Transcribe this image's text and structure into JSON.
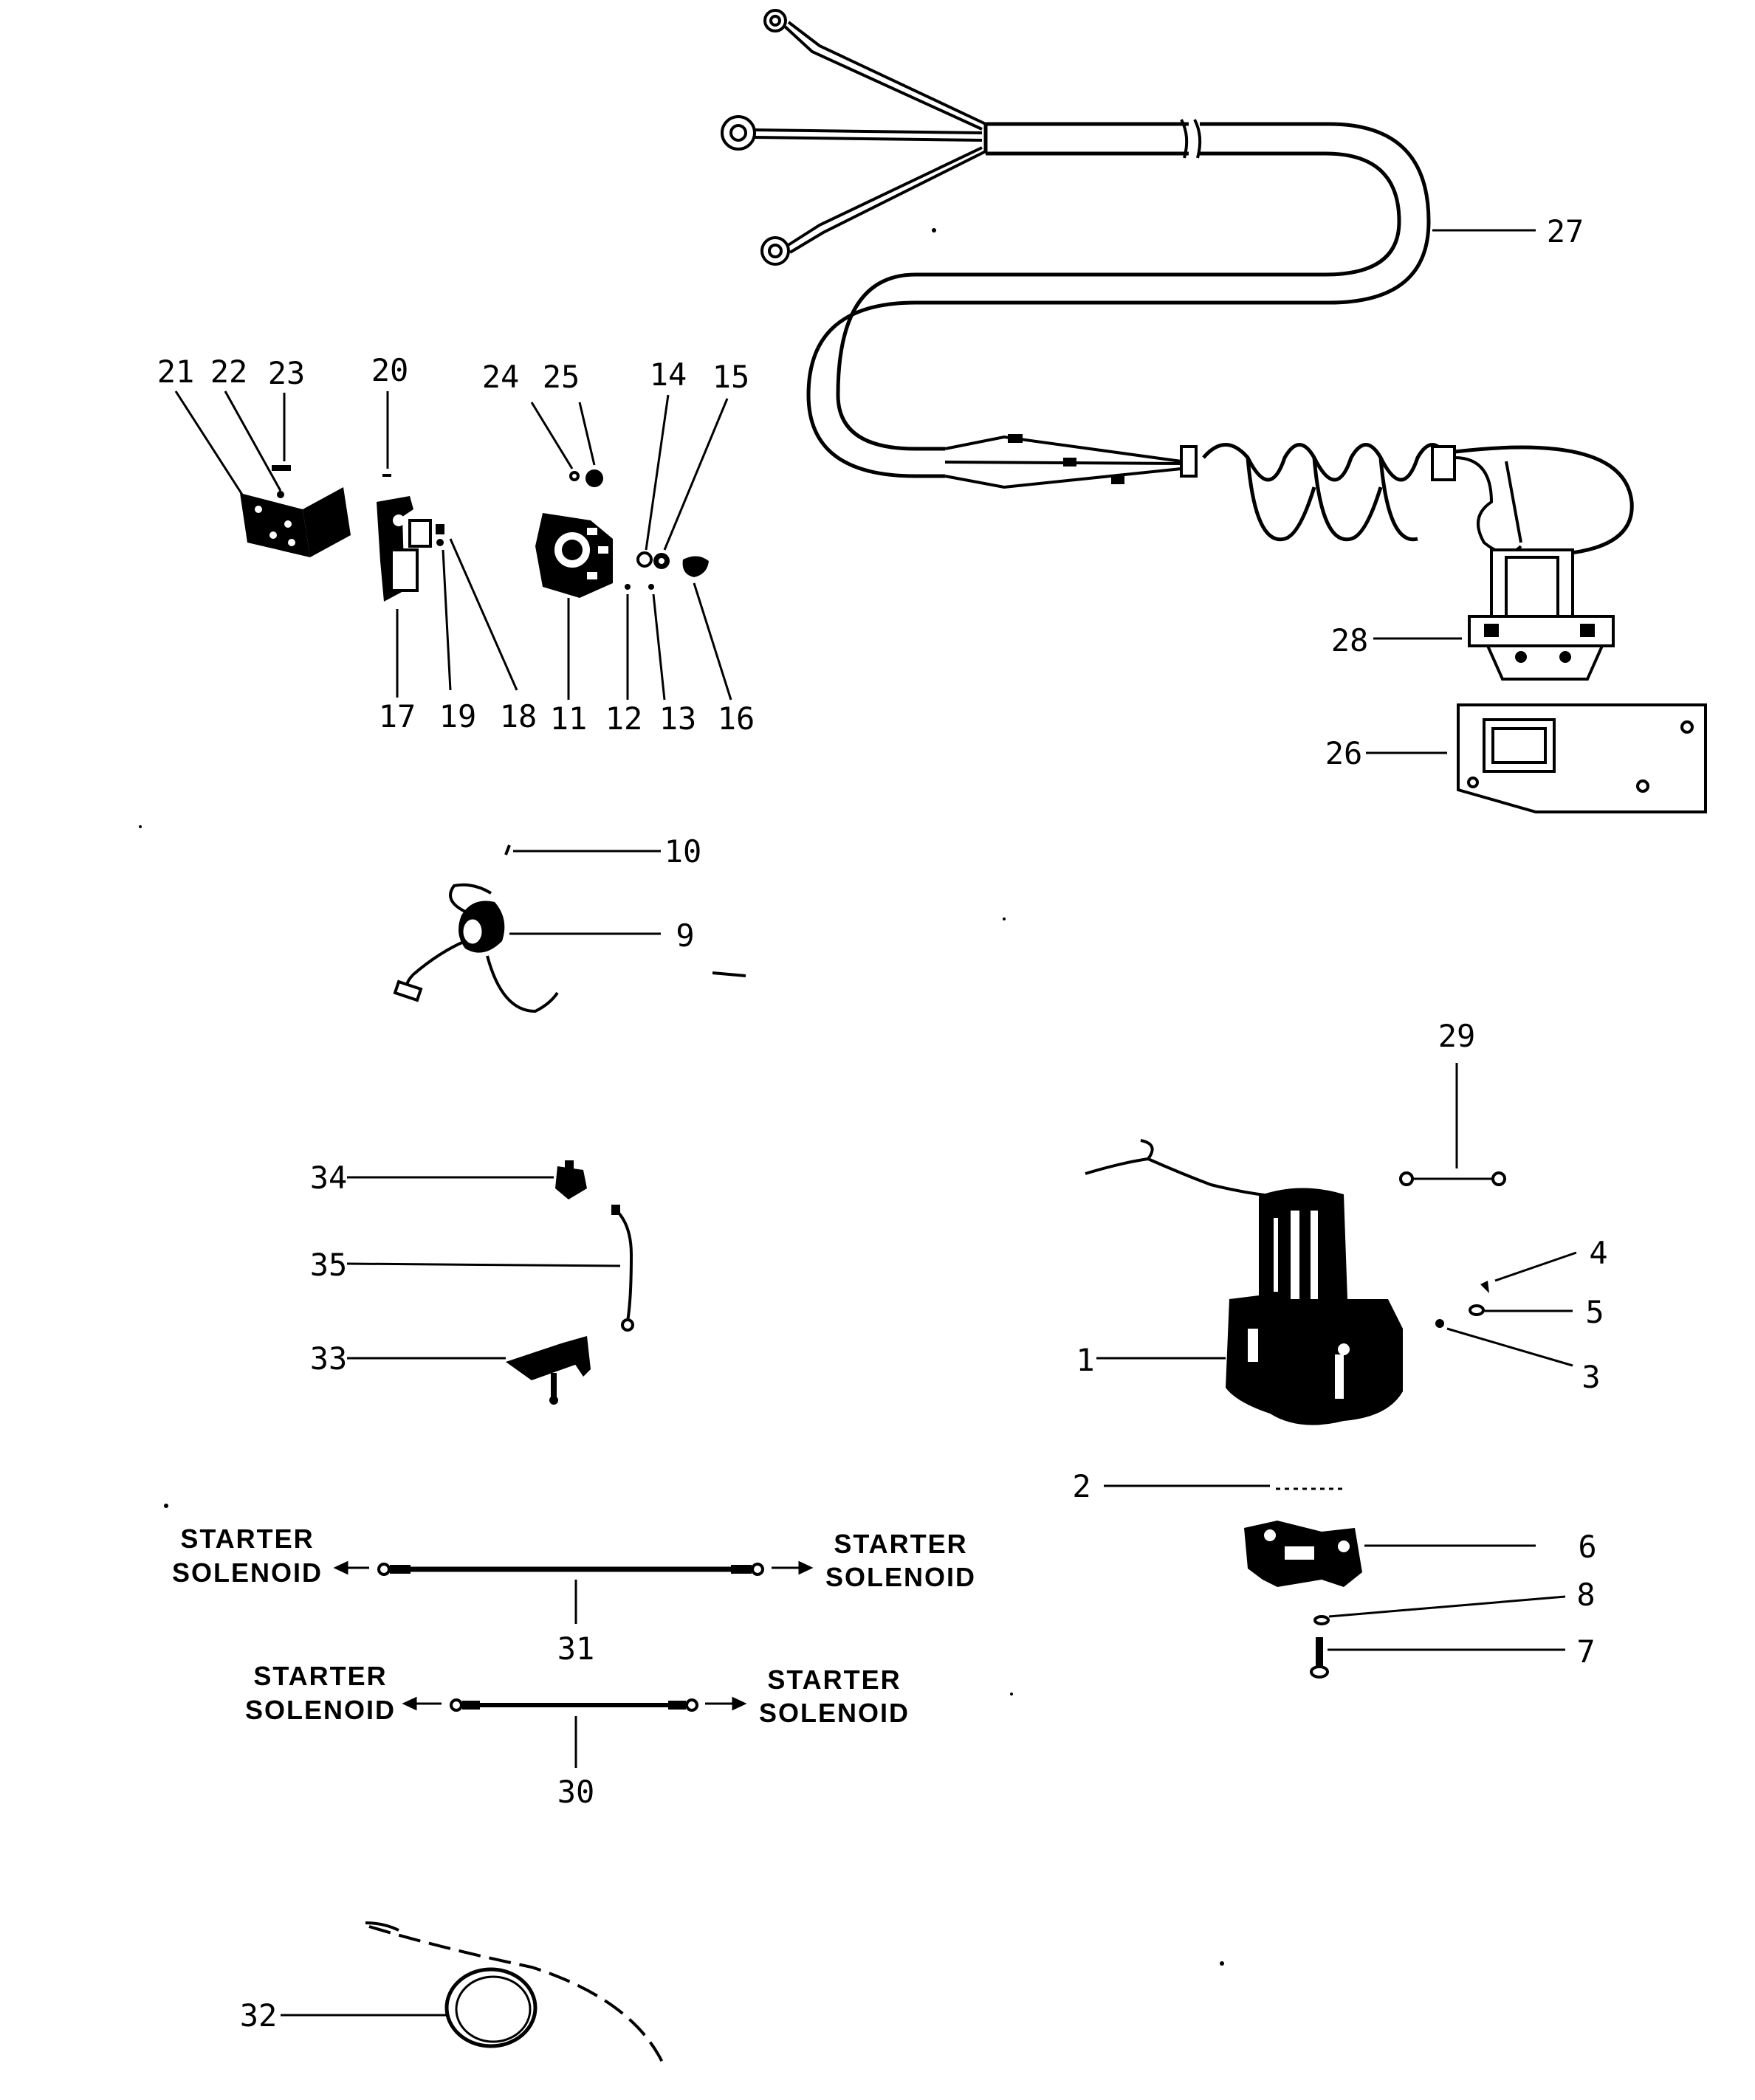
{
  "callouts": [
    {
      "id": "c1",
      "text": "1"
    },
    {
      "id": "c2",
      "text": "2"
    },
    {
      "id": "c3",
      "text": "3"
    },
    {
      "id": "c4",
      "text": "4"
    },
    {
      "id": "c5",
      "text": "5"
    },
    {
      "id": "c6",
      "text": "6"
    },
    {
      "id": "c7",
      "text": "7"
    },
    {
      "id": "c8",
      "text": "8"
    },
    {
      "id": "c9",
      "text": "9"
    },
    {
      "id": "c10",
      "text": "10"
    },
    {
      "id": "c11",
      "text": "11"
    },
    {
      "id": "c12",
      "text": "12"
    },
    {
      "id": "c13",
      "text": "13"
    },
    {
      "id": "c14",
      "text": "14"
    },
    {
      "id": "c15",
      "text": "15"
    },
    {
      "id": "c16",
      "text": "16"
    },
    {
      "id": "c17",
      "text": "17"
    },
    {
      "id": "c18",
      "text": "18"
    },
    {
      "id": "c19",
      "text": "19"
    },
    {
      "id": "c20",
      "text": "20"
    },
    {
      "id": "c21",
      "text": "21"
    },
    {
      "id": "c22",
      "text": "22"
    },
    {
      "id": "c23",
      "text": "23"
    },
    {
      "id": "c24",
      "text": "24"
    },
    {
      "id": "c25",
      "text": "25"
    },
    {
      "id": "c26",
      "text": "26"
    },
    {
      "id": "c27",
      "text": "27"
    },
    {
      "id": "c28",
      "text": "28"
    },
    {
      "id": "c29",
      "text": "29"
    },
    {
      "id": "c30",
      "text": "30"
    },
    {
      "id": "c31",
      "text": "31"
    },
    {
      "id": "c32",
      "text": "32"
    },
    {
      "id": "c33",
      "text": "33"
    },
    {
      "id": "c34",
      "text": "34"
    },
    {
      "id": "c35",
      "text": "35"
    }
  ],
  "labels": {
    "starter": "STARTER",
    "solenoid": "SOLENOID"
  }
}
